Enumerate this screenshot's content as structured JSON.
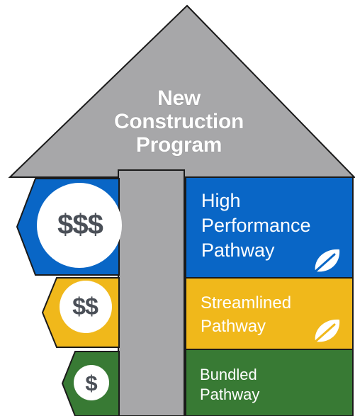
{
  "program": {
    "title_lines": [
      "New",
      "Construction",
      "Program"
    ]
  },
  "pathways": [
    {
      "lines": [
        "High",
        "Performance",
        "Pathway"
      ],
      "color": "#0966c6",
      "cost": "$$$",
      "leaf_icon": "leaf-icon"
    },
    {
      "lines": [
        "Streamlined",
        "Pathway"
      ],
      "color": "#f0b81b",
      "cost": "$$",
      "leaf_icon": "leaf-icon"
    },
    {
      "lines": [
        "Bundled",
        "Pathway"
      ],
      "color": "#387a34",
      "cost": "$",
      "leaf_icon": null
    }
  ],
  "colors": {
    "house": "#a7a7a9",
    "outline": "#1a1a1a",
    "cost_circle": "#ffffff",
    "cost_text": "#4a4f57"
  }
}
